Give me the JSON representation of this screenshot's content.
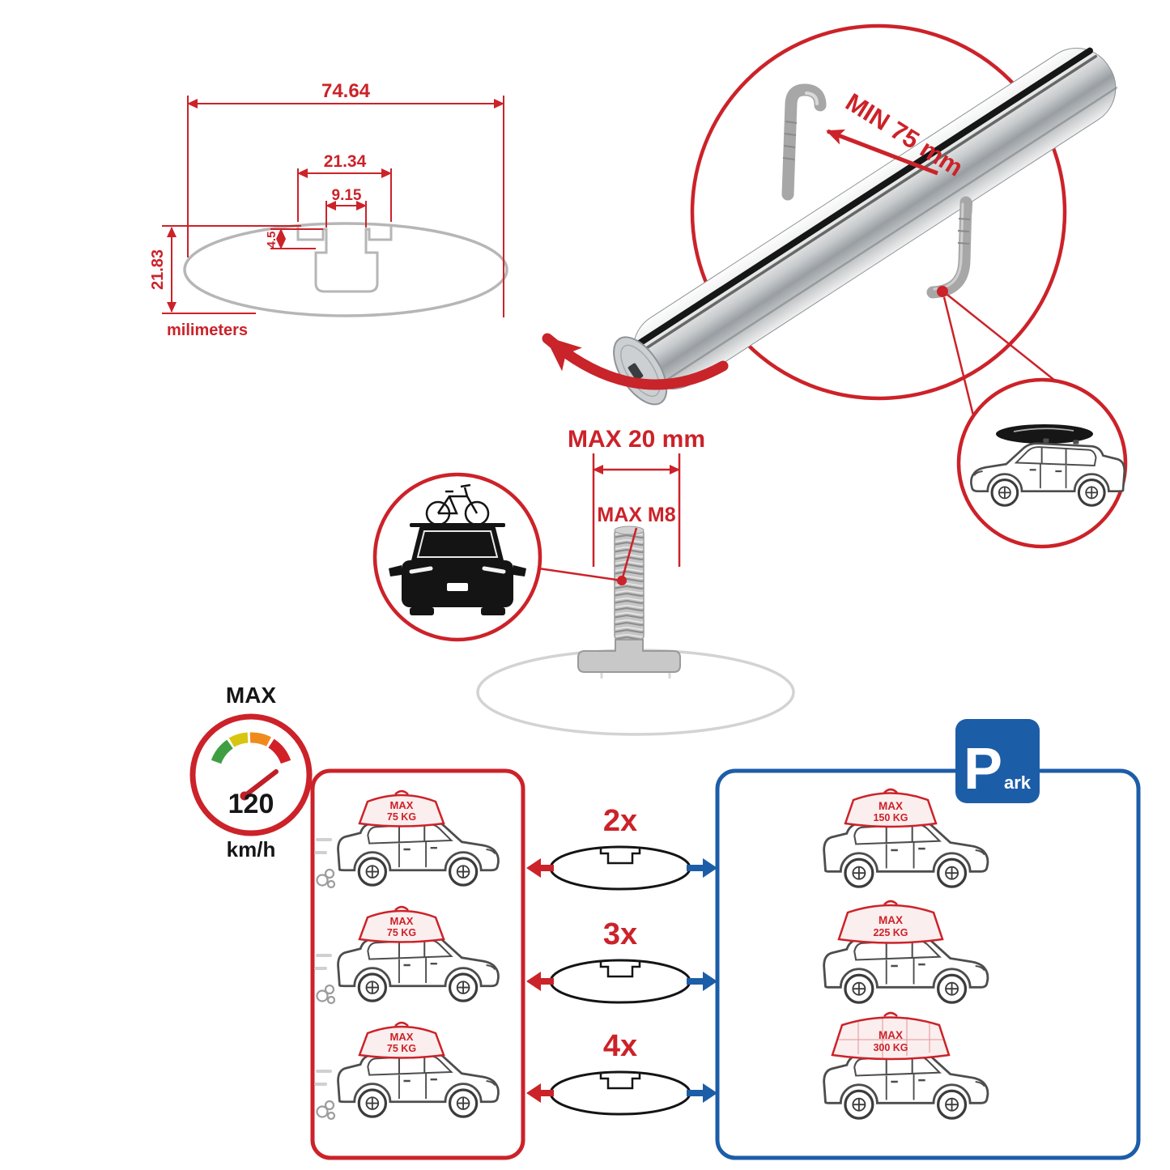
{
  "colors": {
    "accent_red": "#cc2229",
    "accent_blue": "#1c5da8"
  },
  "cross_section": {
    "dim_width": "74.64",
    "dim_channel": "21.34",
    "dim_slot": "9.15",
    "dim_lip": "4.5",
    "dim_height": "21.83",
    "units": "milimeters"
  },
  "bar_callout": {
    "min_label": "MIN 75 mm"
  },
  "bolt": {
    "max_width": "MAX 20 mm",
    "max_thread": "MAX M8"
  },
  "speedometer": {
    "title": "MAX",
    "value": "120",
    "units": "km/h"
  },
  "multipliers": [
    {
      "label": "2x"
    },
    {
      "label": "3x"
    },
    {
      "label": "4x"
    }
  ],
  "left_box": {
    "cars": [
      {
        "max": "MAX",
        "weight": "75 KG"
      },
      {
        "max": "MAX",
        "weight": "75 KG"
      },
      {
        "max": "MAX",
        "weight": "75 KG"
      }
    ]
  },
  "right_box": {
    "cars": [
      {
        "max": "MAX",
        "weight": "150 KG"
      },
      {
        "max": "MAX",
        "weight": "225 KG"
      },
      {
        "max": "MAX",
        "weight": "300 KG"
      }
    ]
  },
  "park_sign": {
    "letter": "P",
    "rest": "ark"
  }
}
